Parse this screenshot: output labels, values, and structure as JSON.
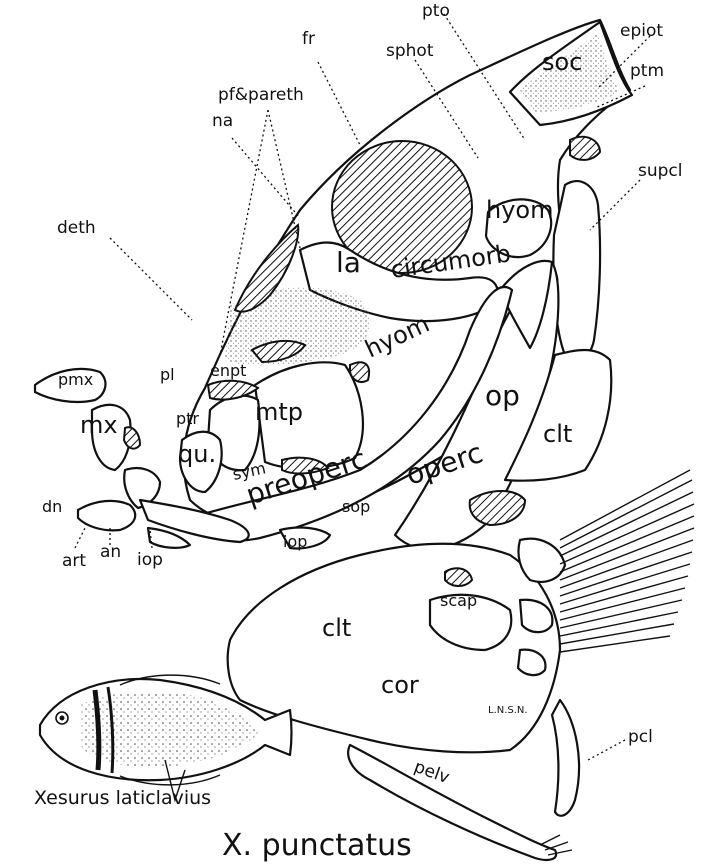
{
  "labels": {
    "pto": "pto",
    "fr": "fr",
    "sphot": "sphot",
    "soc": "soc",
    "epiot": "epiot",
    "ptm": "ptm",
    "pf_spareth": "pf&pareth",
    "na": "na",
    "hyom_upper": "hyom",
    "supcl": "supcl",
    "deth": "deth",
    "la": "la",
    "circumorb": "circumorb",
    "pmx": "pmx",
    "pl": "pl",
    "enpt": "enpt",
    "hyom_lower": "hyom",
    "op": "op",
    "mtp": "mtp",
    "ptr": "ptr",
    "mx": "mx",
    "qu": "qu.",
    "clt_upper": "clt",
    "sym": "sym",
    "preoperc": "preoperc",
    "operc": "operc",
    "sop": "sop",
    "dn": "dn",
    "iop_lower": "iop",
    "iop_mid": "iop",
    "an": "an",
    "art": "art",
    "scap": "scap",
    "clt_lower": "clt",
    "cor": "cor",
    "pcl": "pcl",
    "pelv": "pelv",
    "signature": "L.N.S.N."
  },
  "caption_species": "Xesurus laticlavius",
  "figure_title": "X. punctatus"
}
